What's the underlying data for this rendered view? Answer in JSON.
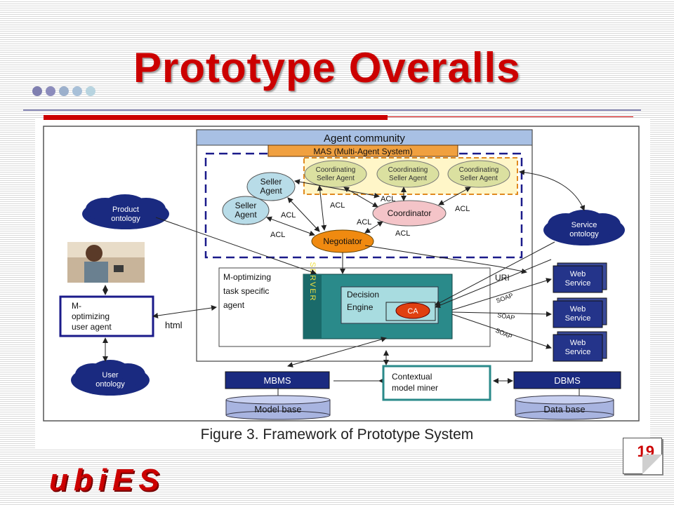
{
  "slide": {
    "title": "Prototype Overalls",
    "page_number": "19",
    "logo_text": "ubiES",
    "dot_colors": [
      "#7f7fb0",
      "#8c8cbc",
      "#9cb0cc",
      "#a8c0d8",
      "#b8d4e0"
    ]
  },
  "figure": {
    "caption": "Figure 3. Framework of Prototype System",
    "agent_community": "Agent community",
    "mas": "MAS (Multi-Agent System)",
    "coord_seller_1a": "Coordinating",
    "coord_seller_1b": "Seller Agent",
    "coord_seller_2a": "Coordinating",
    "coord_seller_2b": "Seller Agent",
    "coord_seller_3a": "Coordinating",
    "coord_seller_3b": "Seller Agent",
    "seller1a": "Seller",
    "seller1b": "Agent",
    "seller2a": "Seller",
    "seller2b": "Agent",
    "coordinator": "Coordinator",
    "negotiator": "Negotiator",
    "acl": "ACL",
    "product_ontology_a": "Product",
    "product_ontology_b": "ontology",
    "service_ontology_a": "Service",
    "service_ontology_b": "ontology",
    "user_ontology_a": "User",
    "user_ontology_b": "ontology",
    "m_opt_task_1": "M-optimizing",
    "m_opt_task_2": "task specific",
    "m_opt_task_3": "agent",
    "server": "SERVER",
    "decision_1": "Decision",
    "decision_2": "Engine",
    "ca": "CA",
    "user_agent_1": "M-",
    "user_agent_2": "optimizing",
    "user_agent_3": "user agent",
    "html": "html",
    "uri": "URI",
    "soap": "SOAP",
    "web_a": "Web",
    "web_b": "Service",
    "mbms": "MBMS",
    "dbms": "DBMS",
    "contextual_1": "Contextual",
    "contextual_2": "model miner",
    "model_base": "Model base",
    "data_base": "Data base"
  }
}
